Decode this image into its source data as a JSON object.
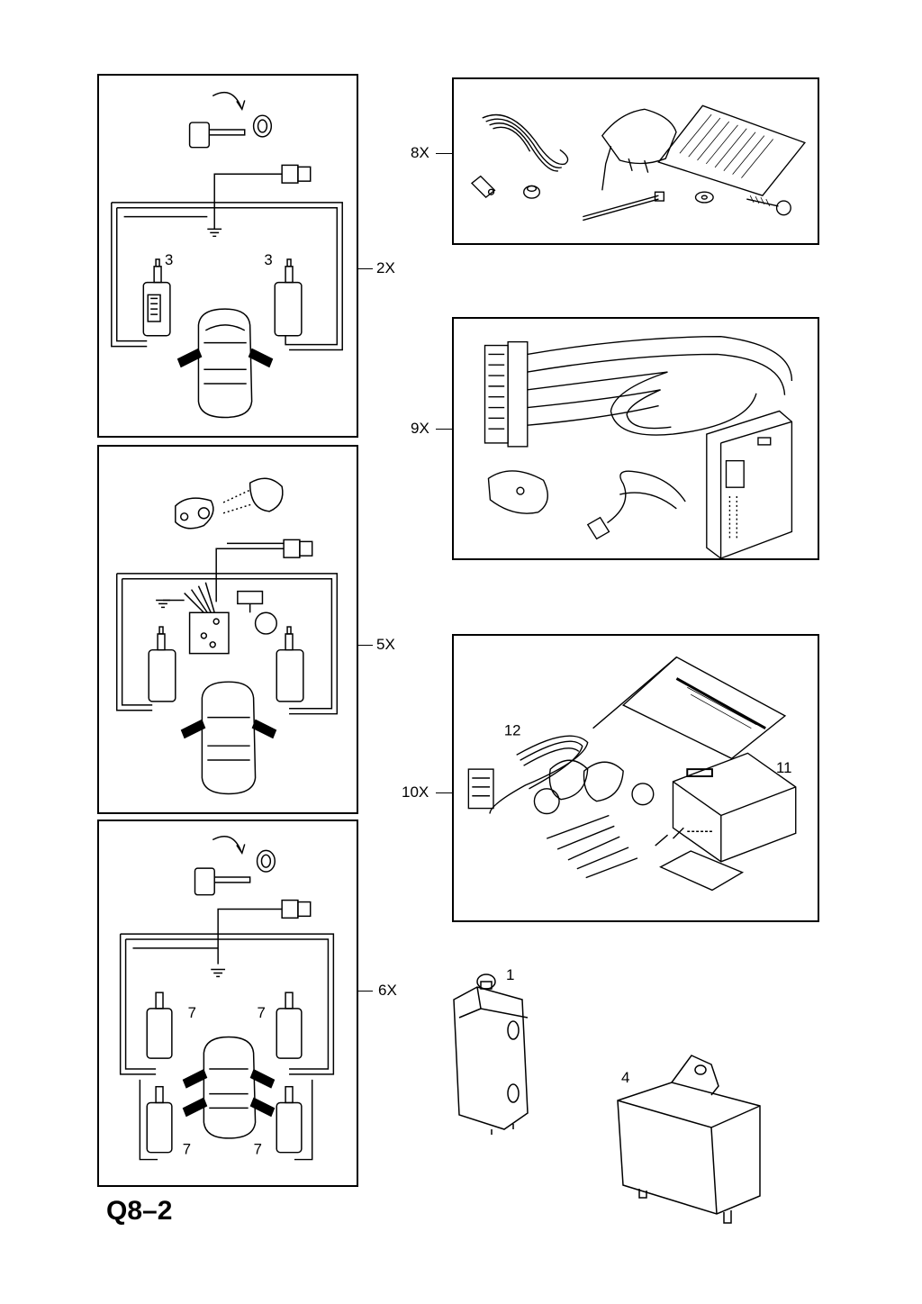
{
  "page": {
    "label": "Q8–2"
  },
  "callouts": {
    "p2": "2X",
    "p5": "5X",
    "p6": "6X",
    "p8": "8X",
    "p9": "9X",
    "p10": "10X"
  },
  "part_numbers": {
    "p2_left": "3",
    "p2_right": "3",
    "p6_tl": "7",
    "p6_tr": "7",
    "p6_bl": "7",
    "p6_br": "7",
    "p10_harness": "12",
    "p10_module": "11",
    "part_1": "1",
    "part_4": "4"
  }
}
